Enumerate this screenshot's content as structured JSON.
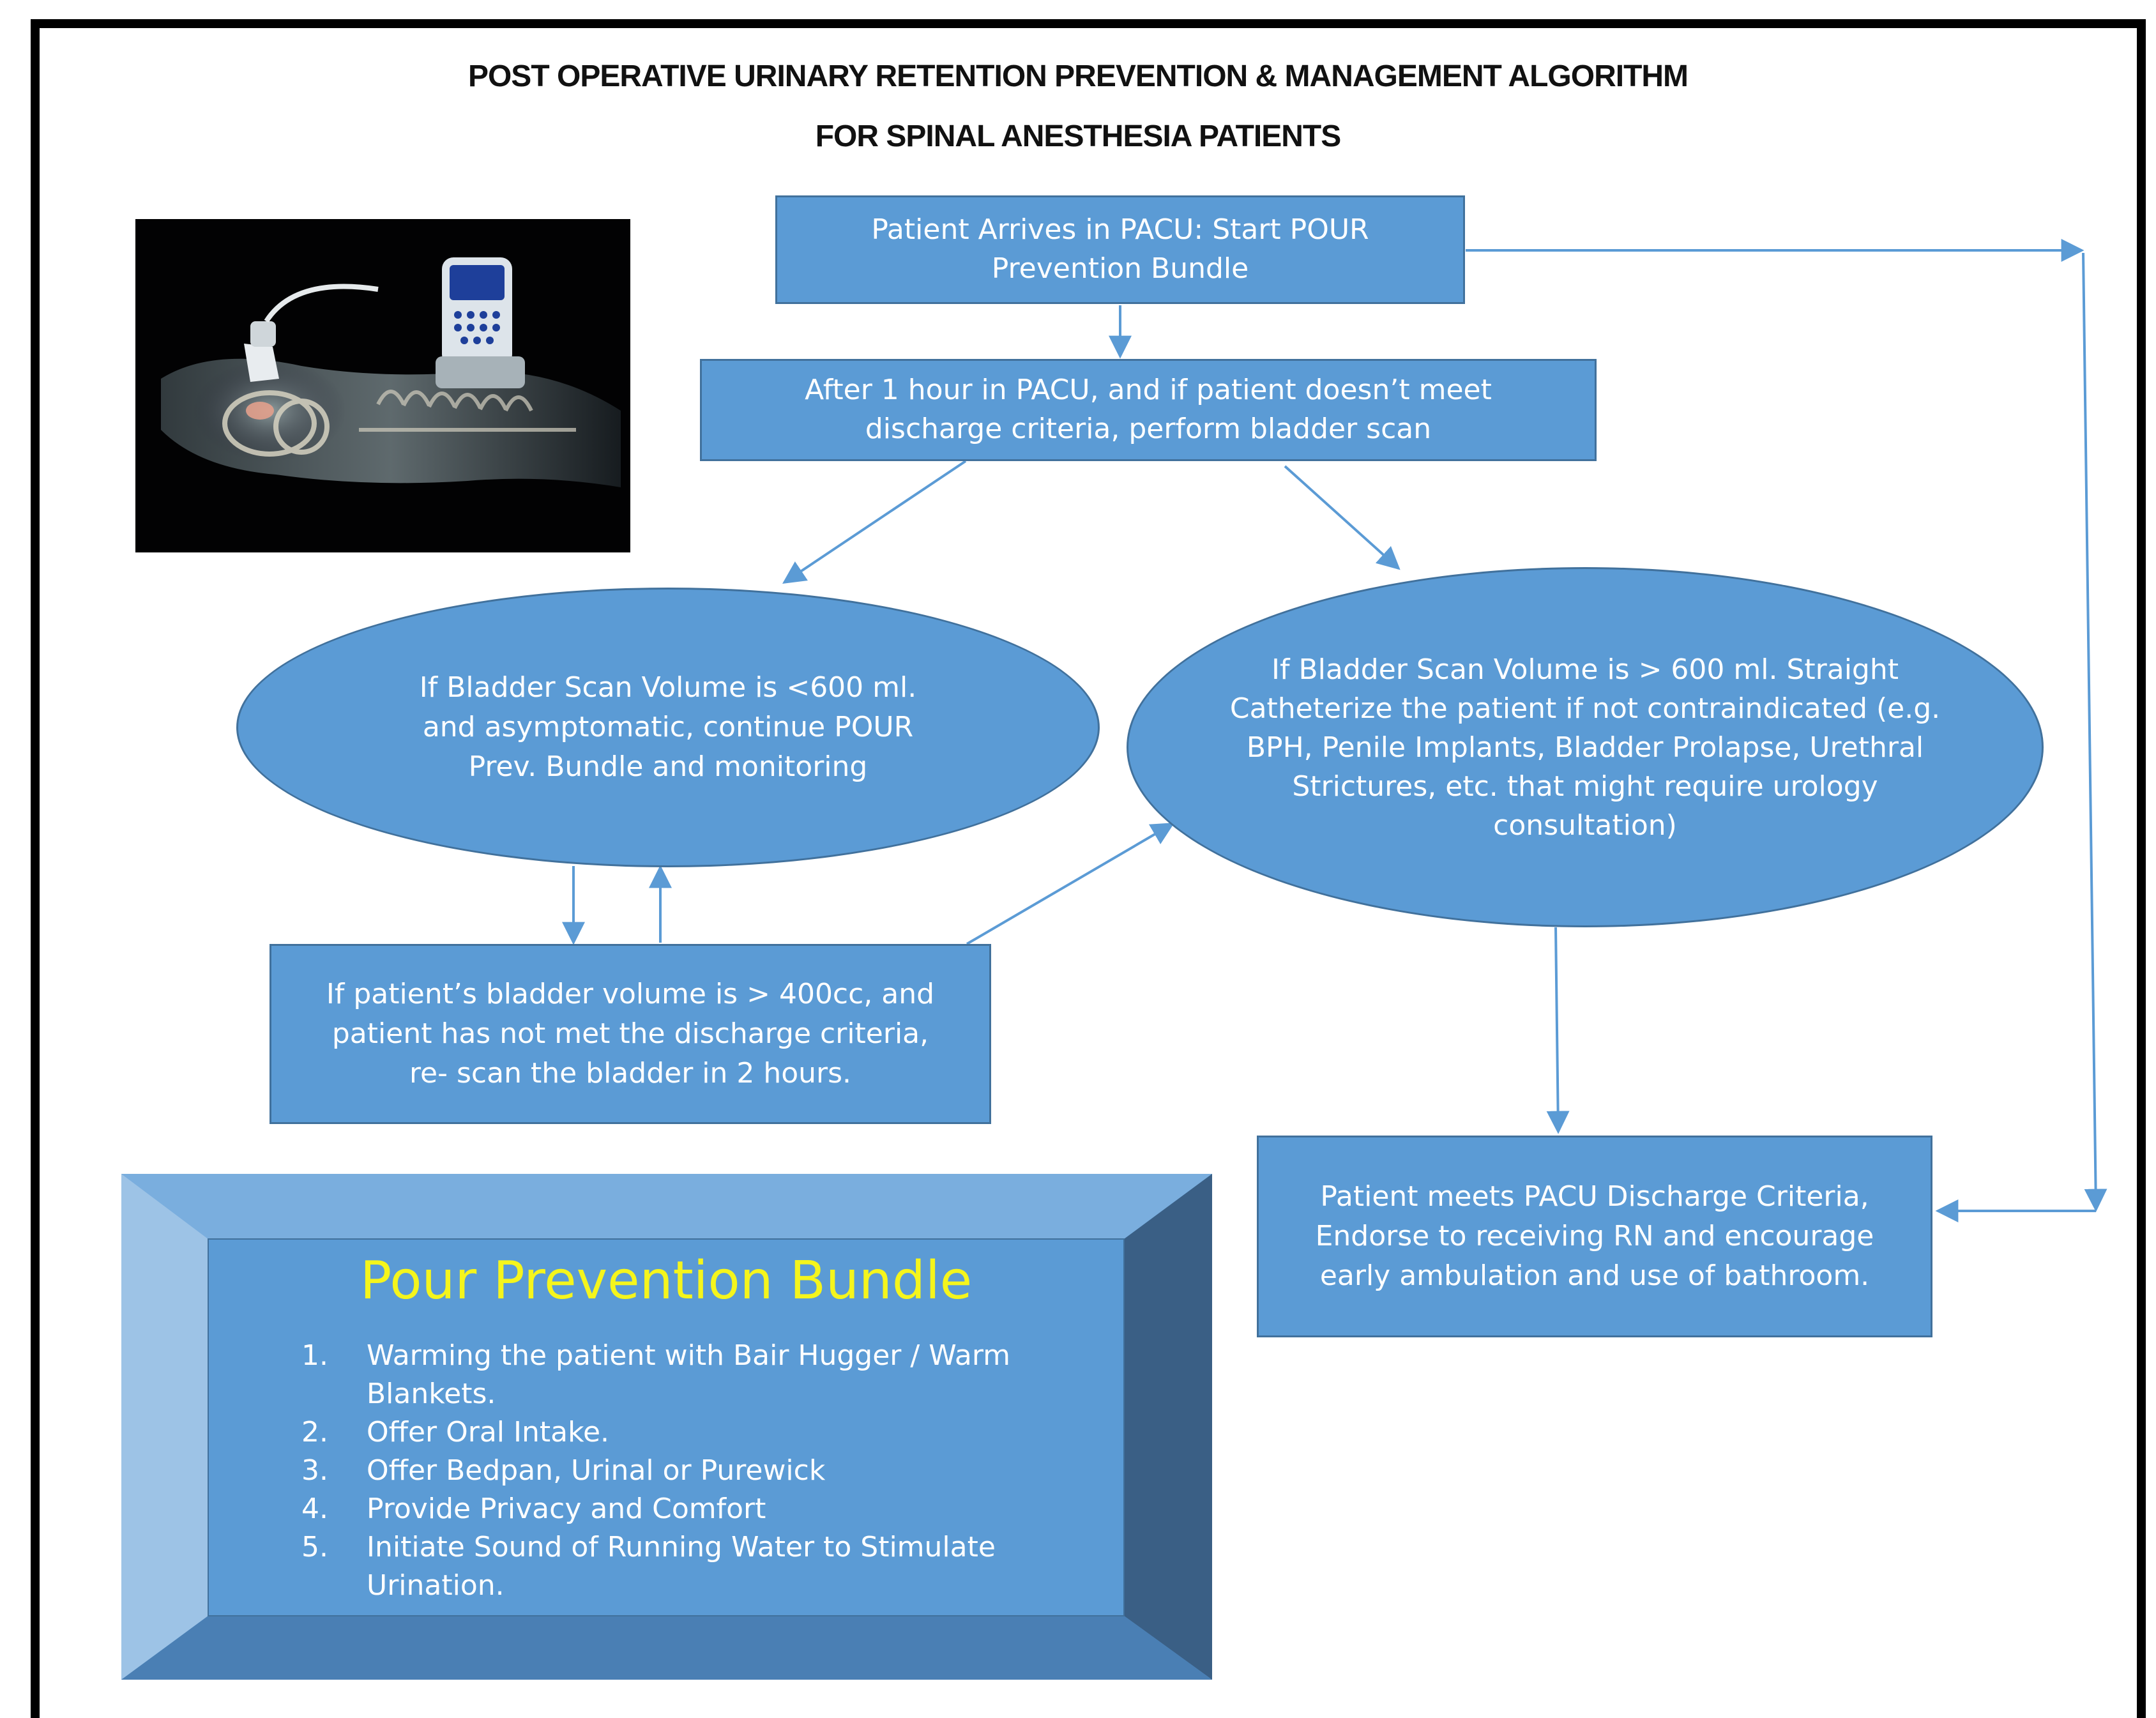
{
  "title": {
    "line1": "POST OPERATIVE URINARY RETENTION PREVENTION & MANAGEMENT ALGORITHM",
    "line2": "FOR SPINAL ANESTHESIA PATIENTS"
  },
  "nodes": {
    "arrival": "Patient Arrives in PACU: Start POUR Prevention Bundle",
    "one_hour": "After 1 hour in PACU, and if patient doesn’t meet discharge criteria, perform bladder scan",
    "under_600": "If Bladder Scan Volume is <600 ml. and asymptomatic, continue POUR Prev. Bundle and monitoring",
    "over_600": "If Bladder Scan Volume is > 600 ml. Straight Catheterize the patient if not contraindicated (e.g. BPH, Penile Implants, Bladder Prolapse, Urethral Strictures, etc. that might require urology consultation)",
    "over_400": "If patient’s bladder volume is > 400cc, and patient has not met the discharge criteria, re- scan the bladder in 2 hours.",
    "discharge": "Patient meets PACU Discharge Criteria, Endorse to receiving RN and encourage early ambulation and use of bathroom."
  },
  "bundle": {
    "title": "Pour Prevention Bundle",
    "items": [
      {
        "num": "1.",
        "text": "Warming the patient with Bair Hugger / Warm Blankets."
      },
      {
        "num": "2.",
        "text": "Offer Oral Intake."
      },
      {
        "num": "3.",
        "text": "Offer Bedpan, Urinal or Purewick"
      },
      {
        "num": "4.",
        "text": "Provide Privacy and Comfort"
      },
      {
        "num": "5.",
        "text": "Initiate Sound of Running Water to Stimulate Urination."
      }
    ]
  },
  "colors": {
    "box_fill": "#5b9bd5",
    "box_border": "#41719c",
    "bundle_title": "#f5f51c",
    "arrow": "#5b9bd5"
  },
  "icons": {
    "photo": "bladder-scanner-photo"
  }
}
